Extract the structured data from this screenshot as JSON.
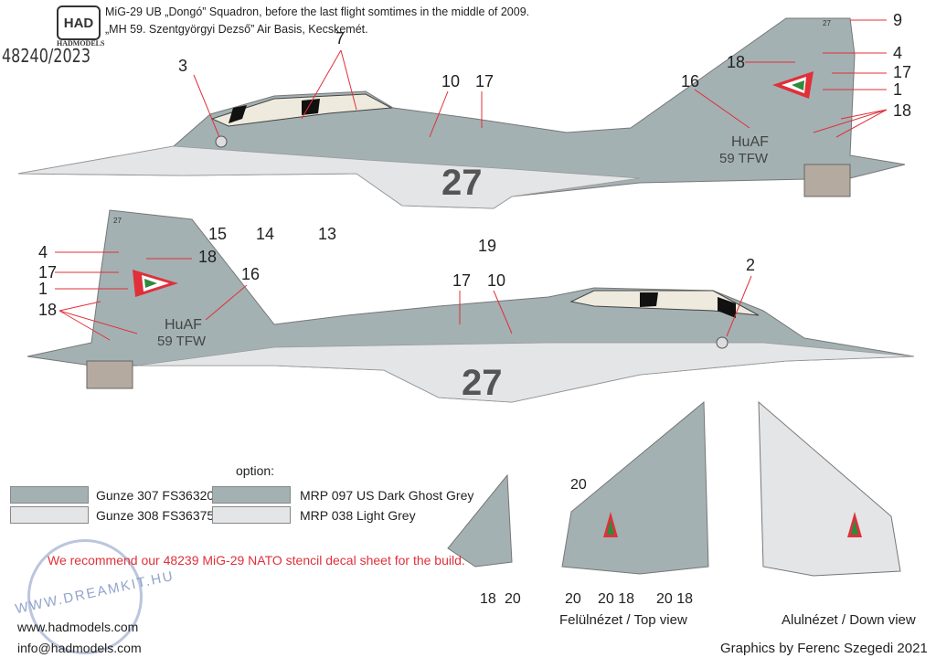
{
  "header": {
    "logo_text": "HAD",
    "brand": "HADMODELS",
    "product_code": "48240/2023",
    "description_line1": "MiG-29 UB „Dongó” Squadron, before the last flight somtimes in the middle of 2009.",
    "description_line2": "„MH 59. Szentgyörgyi Dezső” Air Basis, Kecskemét."
  },
  "top_profile": {
    "callouts": [
      "3",
      "7",
      "10",
      "17",
      "16",
      "9",
      "4",
      "18",
      "17",
      "1",
      "18",
      "15",
      "14",
      "13",
      "19"
    ],
    "tail_number": "27",
    "fin_number": "27",
    "unit_line1": "HuAF",
    "unit_line2": "59 TFW"
  },
  "bottom_profile": {
    "callouts": [
      "4",
      "18",
      "17",
      "1",
      "18",
      "16",
      "17",
      "10",
      "2"
    ],
    "tail_number": "27",
    "fin_number": "27",
    "unit_line1": "HuAF",
    "unit_line2": "59 TFW"
  },
  "paints": {
    "option_label": "option:",
    "items": [
      {
        "name": "Gunze 307 FS36320",
        "color": "#a3b1b3"
      },
      {
        "name": "Gunze 308 FS36375",
        "color": "#e3e5e7"
      },
      {
        "name": "MRP 097 US Dark Ghost Grey",
        "color": "#a3b1b3"
      },
      {
        "name": "MRP 038 Light Grey",
        "color": "#e3e5e7"
      }
    ]
  },
  "recommendation": "We recommend our 48239 MiG-29 NATO stencil decal sheet for the build.",
  "watermark": "WWW.DREAMKIT.HU",
  "contact": {
    "website": "www.hadmodels.com",
    "email": "info@hadmodels.com"
  },
  "wing_views": {
    "fin_callouts": [
      "18",
      "20"
    ],
    "top_callouts": [
      "20",
      "20",
      "20 18",
      "20 18"
    ],
    "top_caption": "Felülnézet / Top view",
    "down_caption": "Alulnézet / Down view"
  },
  "credit": "Graphics by Ferenc Szegedi 2021"
}
